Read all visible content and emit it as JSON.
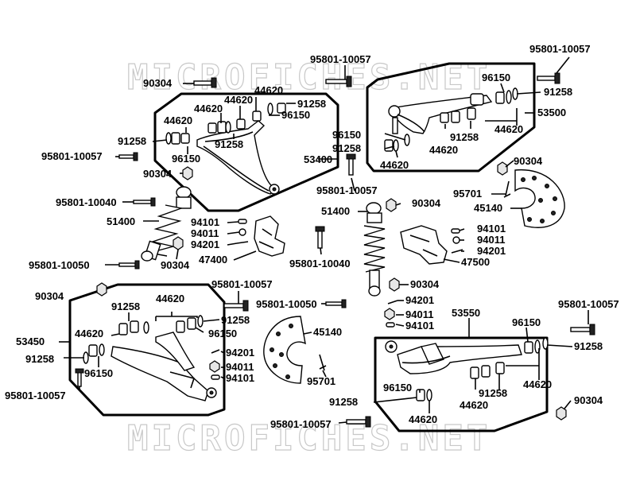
{
  "watermark": "MICROFICHES.NET",
  "labels": [
    {
      "text": "95801-10057"
    },
    {
      "text": "90304"
    },
    {
      "text": "44620"
    },
    {
      "text": "44620"
    },
    {
      "text": "91258"
    },
    {
      "text": "44620"
    },
    {
      "text": "96150"
    },
    {
      "text": "44620"
    },
    {
      "text": "91258"
    },
    {
      "text": "91258"
    },
    {
      "text": "95801-10057"
    },
    {
      "text": "96150"
    },
    {
      "text": "53400"
    },
    {
      "text": "90304"
    },
    {
      "text": "95801-10040"
    },
    {
      "text": "51400"
    },
    {
      "text": "94101"
    },
    {
      "text": "94011"
    },
    {
      "text": "94201"
    },
    {
      "text": "47400"
    },
    {
      "text": "95801-10050"
    },
    {
      "text": "90304"
    },
    {
      "text": "95801-10057"
    },
    {
      "text": "96150"
    },
    {
      "text": "91258"
    },
    {
      "text": "53500"
    },
    {
      "text": "96150"
    },
    {
      "text": "44620"
    },
    {
      "text": "91258"
    },
    {
      "text": "91258"
    },
    {
      "text": "44620"
    },
    {
      "text": "44620"
    },
    {
      "text": "90304"
    },
    {
      "text": "95701"
    },
    {
      "text": "45140"
    },
    {
      "text": "95801-10057"
    },
    {
      "text": "51400"
    },
    {
      "text": "90304"
    },
    {
      "text": "94101"
    },
    {
      "text": "94011"
    },
    {
      "text": "94201"
    },
    {
      "text": "47500"
    },
    {
      "text": "95801-10040"
    },
    {
      "text": "90304"
    },
    {
      "text": "90304"
    },
    {
      "text": "95801-10057"
    },
    {
      "text": "91258"
    },
    {
      "text": "44620"
    },
    {
      "text": "91258"
    },
    {
      "text": "96150"
    },
    {
      "text": "44620"
    },
    {
      "text": "53450"
    },
    {
      "text": "91258"
    },
    {
      "text": "96150"
    },
    {
      "text": "95801-10057"
    },
    {
      "text": "94201"
    },
    {
      "text": "94011"
    },
    {
      "text": "94101"
    },
    {
      "text": "95801-10050"
    },
    {
      "text": "94201"
    },
    {
      "text": "94011"
    },
    {
      "text": "94101"
    },
    {
      "text": "45140"
    },
    {
      "text": "95701"
    },
    {
      "text": "53550"
    },
    {
      "text": "95801-10057"
    },
    {
      "text": "96150"
    },
    {
      "text": "91258"
    },
    {
      "text": "96150"
    },
    {
      "text": "91258"
    },
    {
      "text": "44620"
    },
    {
      "text": "91258"
    },
    {
      "text": "44620"
    },
    {
      "text": "44620"
    },
    {
      "text": "90304"
    },
    {
      "text": "95801-10057"
    }
  ]
}
